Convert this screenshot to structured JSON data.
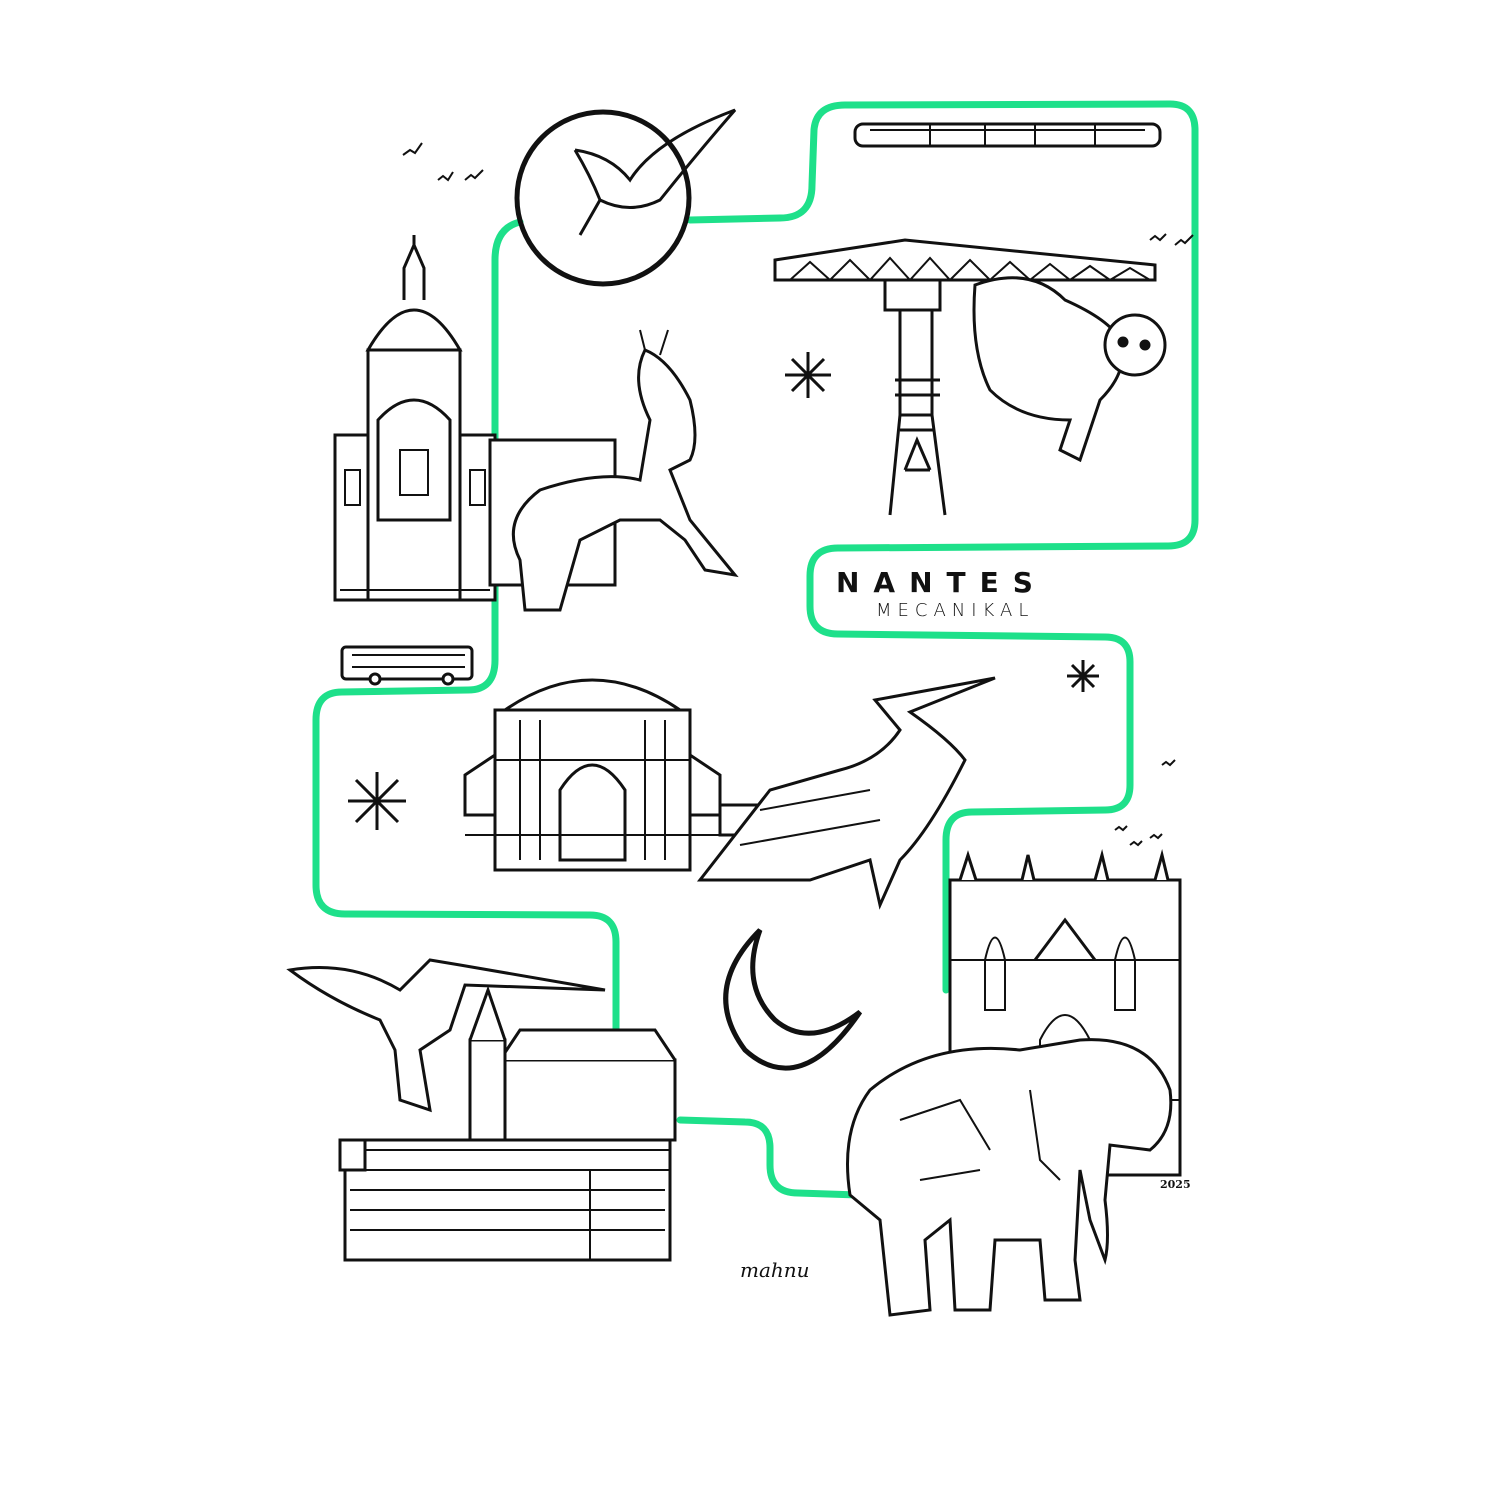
{
  "poster": {
    "title": "NANTES",
    "subtitle": "MECANIKAL",
    "year": "2025",
    "signature": "mahnu"
  },
  "colors": {
    "route": "#1ee08a",
    "ink": "#111111",
    "background": "#ffffff"
  },
  "icons": [
    "heron-in-circle-icon",
    "tram-icon",
    "crane-icon",
    "sloth-icon",
    "dome-building-icon",
    "dragon-horse-icon",
    "bus-icon",
    "greenhouse-icon",
    "heron-icon",
    "hummingbird-icon",
    "castle-icon",
    "moon-icon",
    "cathedral-icon",
    "elephant-icon",
    "star-icon",
    "birds-icon"
  ]
}
